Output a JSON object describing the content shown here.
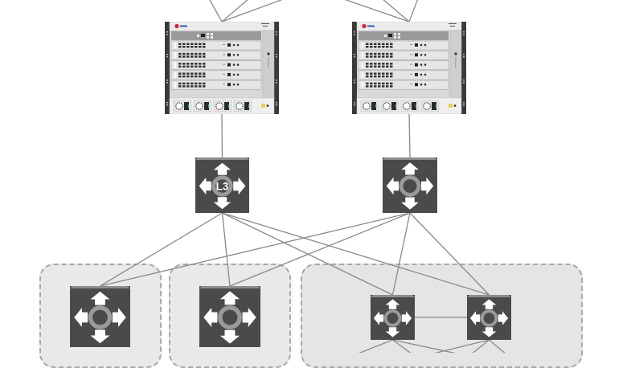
{
  "diagram": {
    "type": "network-topology",
    "colors": {
      "switch_fill": "#4a4a4c",
      "switch_top": "#8d8d8f",
      "ring": "#9a9a9c",
      "link": "#8a8a8a",
      "group_fill": "#e9e9ea",
      "group_border": "#a8a8a8",
      "logo_red": "#d9213a",
      "logo_blue": "#2d5fb3"
    },
    "nodes": [
      {
        "id": "chassis-left",
        "kind": "modular-chassis-switch",
        "line_cards": 5,
        "psu_slots": 4
      },
      {
        "id": "chassis-right",
        "kind": "modular-chassis-switch",
        "line_cards": 5,
        "psu_slots": 4
      },
      {
        "id": "core-l3",
        "kind": "layer3-switch",
        "label": "L3"
      },
      {
        "id": "core-right",
        "kind": "switch",
        "label": ""
      },
      {
        "id": "access-g1",
        "kind": "switch",
        "group": "group-1"
      },
      {
        "id": "access-g2",
        "kind": "switch",
        "group": "group-2"
      },
      {
        "id": "access-g3a",
        "kind": "switch",
        "group": "group-3"
      },
      {
        "id": "access-g3b",
        "kind": "switch",
        "group": "group-3"
      }
    ],
    "groups": [
      {
        "id": "group-1",
        "members": [
          "access-g1"
        ]
      },
      {
        "id": "group-2",
        "members": [
          "access-g2"
        ]
      },
      {
        "id": "group-3",
        "members": [
          "access-g3a",
          "access-g3b"
        ]
      }
    ],
    "links": [
      [
        "chassis-left",
        "core-l3"
      ],
      [
        "chassis-right",
        "core-right"
      ],
      [
        "core-l3",
        "access-g1"
      ],
      [
        "core-l3",
        "access-g2"
      ],
      [
        "core-l3",
        "access-g3a"
      ],
      [
        "core-l3",
        "access-g3b"
      ],
      [
        "core-right",
        "access-g1"
      ],
      [
        "core-right",
        "access-g2"
      ],
      [
        "core-right",
        "access-g3a"
      ],
      [
        "core-right",
        "access-g3b"
      ],
      [
        "access-g3a",
        "access-g3b"
      ]
    ],
    "uplinks_offscreen": {
      "chassis-left": 3,
      "chassis-right": 3
    },
    "downlinks_offscreen": {
      "access-g3a": 3,
      "access-g3b": 3
    }
  }
}
